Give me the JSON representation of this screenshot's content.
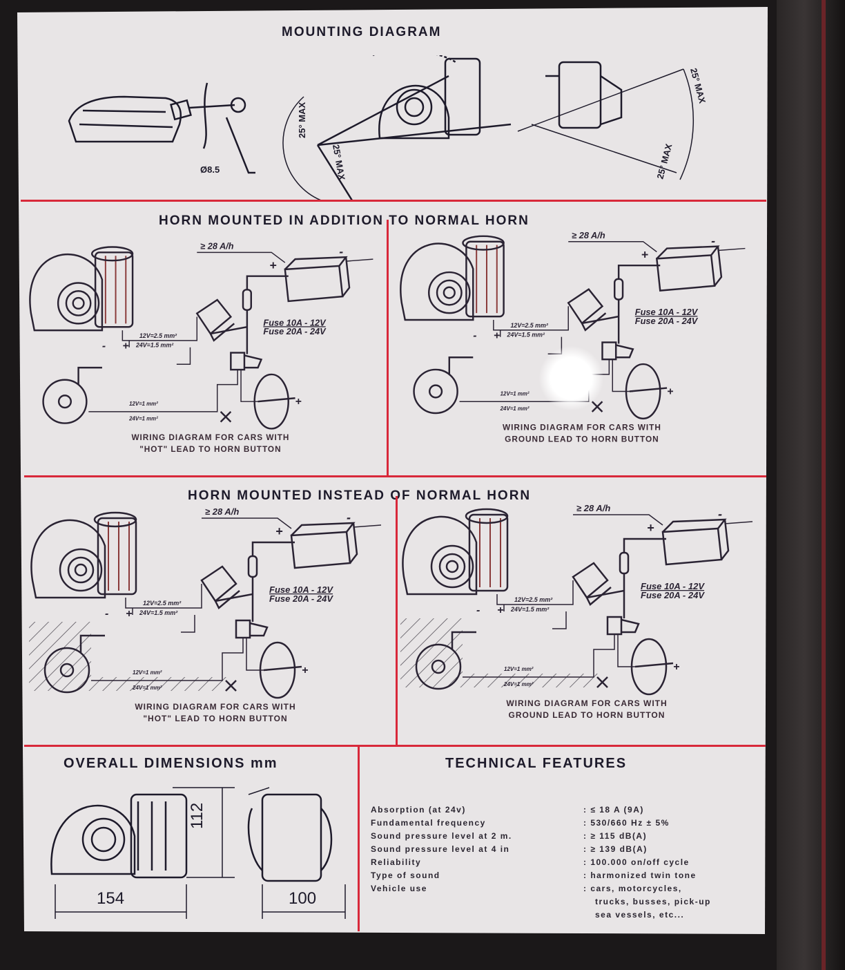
{
  "mounting": {
    "title": "MOUNTING DIAGRAM",
    "hole_diameter": "Ø8.5",
    "angle_label": "25° MAX"
  },
  "section_addition": {
    "title": "HORN MOUNTED IN ADDITION TO NORMAL HORN"
  },
  "section_instead": {
    "title": "HORN MOUNTED INSTEAD OF NORMAL HORN"
  },
  "wiring": {
    "battery_capacity": "≥ 28 A/h",
    "fuse_12v": "Fuse 10A - 12V",
    "fuse_24v": "Fuse 20A - 24V",
    "wire_main_12v": "12V=2.5 mm²",
    "wire_main_24v": "24V=1.5 mm²",
    "wire_button_12v": "12V=1 mm²",
    "wire_button_24v": "24V=1 mm²",
    "plus": "+",
    "minus": "-"
  },
  "panels": [
    {
      "caption_line1": "WIRING DIAGRAM FOR CARS WITH",
      "caption_line2": "\"HOT\" LEAD TO HORN BUTTON"
    },
    {
      "caption_line1": "WIRING DIAGRAM FOR CARS WITH",
      "caption_line2": "GROUND LEAD TO HORN BUTTON"
    },
    {
      "caption_line1": "WIRING DIAGRAM FOR CARS WITH",
      "caption_line2": "\"HOT\" LEAD TO HORN BUTTON"
    },
    {
      "caption_line1": "WIRING DIAGRAM FOR CARS WITH",
      "caption_line2": "GROUND LEAD TO HORN BUTTON"
    }
  ],
  "dimensions": {
    "title": "OVERALL DIMENSIONS mm",
    "length": "154",
    "height": "112",
    "width": "100"
  },
  "technical": {
    "title": "TECHNICAL FEATURES",
    "rows": [
      {
        "label": "Absorption (at 24v)",
        "value": ": ≤ 18 A (9A)"
      },
      {
        "label": "Fundamental frequency",
        "value": ": 530/660 Hz ± 5%"
      },
      {
        "label": "Sound pressure level at 2 m.",
        "value": ": ≥ 115 dB(A)"
      },
      {
        "label": "Sound pressure level at 4 in",
        "value": ": ≥ 139 dB(A)"
      },
      {
        "label": "Reliability",
        "value": ": 100.000 on/off cycle"
      },
      {
        "label": "Type of sound",
        "value": ": harmonized twin tone"
      },
      {
        "label": "Vehicle use",
        "value": ": cars, motorcycles,"
      },
      {
        "label": "",
        "value": "trucks, busses, pick-up"
      },
      {
        "label": "",
        "value": "sea vessels, etc..."
      }
    ]
  }
}
